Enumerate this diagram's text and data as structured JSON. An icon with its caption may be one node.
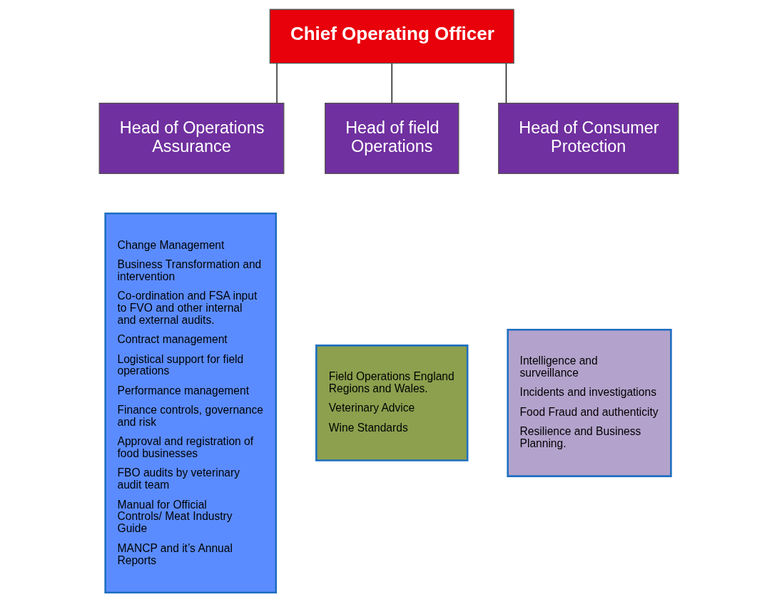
{
  "diagram": {
    "nodes": [
      {
        "text": [
          "Chief Operating Officer"
        ]
      },
      {
        "text": [
          "Head of Operations Assurance"
        ]
      },
      {
        "text": [
          "Head of field Operations"
        ]
      },
      {
        "text": [
          "Head of Consumer Protection"
        ]
      },
      {
        "text": [
          "Change Management",
          "Business Transformation and intervention",
          "Co-ordination and FSA input to FVO and other internal and external audits.",
          "Contract management",
          "Logistical support for field operations",
          "Performance management",
          "Finance controls, governance and risk",
          "Approval and registration of food businesses",
          "FBO audits by veterinary audit team",
          "Manual for Official Controls/ Meat Industry Guide",
          "MANCP and it’s Annual Reports"
        ]
      },
      {
        "text": [
          "Field Operations England Regions and Wales.",
          "Veterinary Advice",
          "Wine Standards"
        ]
      },
      {
        "text": [
          "Intelligence and surveillance",
          "Incidents and investigations",
          "Food Fraud and authenticity",
          "Resilience and Business Planning."
        ]
      }
    ],
    "edges": [
      {
        "from": 0,
        "to": 1,
        "arrow": "none"
      },
      {
        "from": 0,
        "to": 2,
        "arrow": "none"
      },
      {
        "from": 0,
        "to": 3,
        "arrow": "none"
      }
    ]
  }
}
